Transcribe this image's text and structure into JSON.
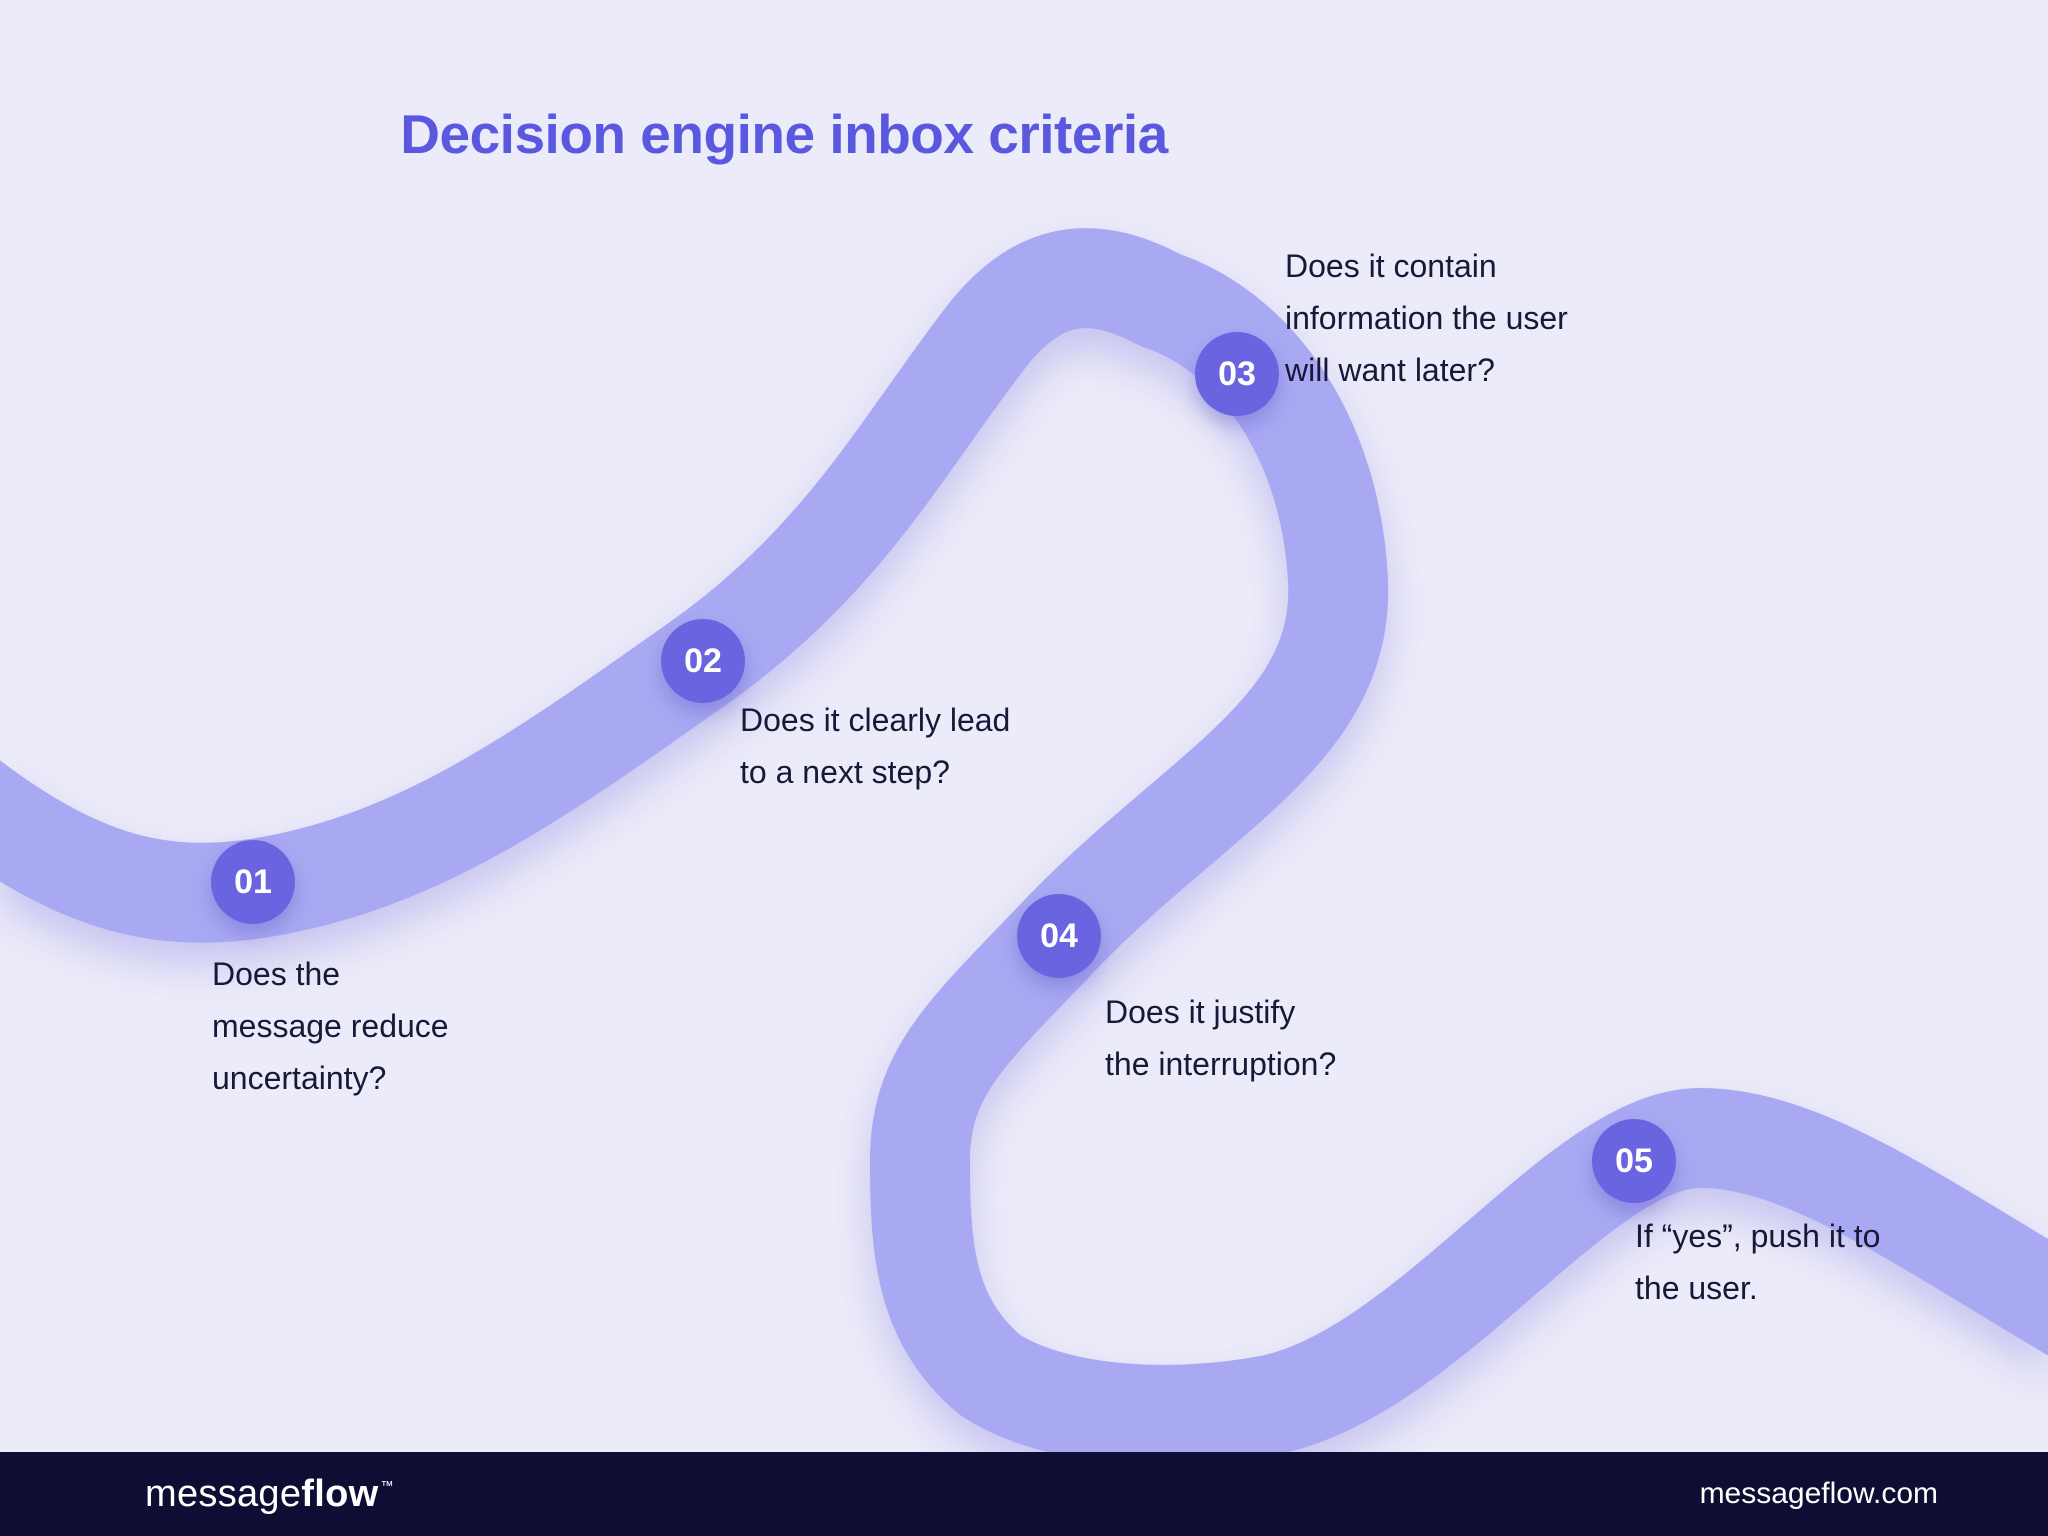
{
  "page": {
    "title": "Decision engine inbox criteria"
  },
  "steps": [
    {
      "number": "01",
      "label": "Does the\nmessage reduce\nuncertainty?"
    },
    {
      "number": "02",
      "label": "Does it clearly lead\nto a next step?"
    },
    {
      "number": "03",
      "label": "Does it contain\ninformation the user\nwill want later?"
    },
    {
      "number": "04",
      "label": "Does it justify\nthe interruption?"
    },
    {
      "number": "05",
      "label": "If “yes”, push it to\nthe user."
    }
  ],
  "footer": {
    "logo_message": "message",
    "logo_flow": "flow",
    "logo_tm": "™",
    "website": "messageflow.com"
  },
  "colors": {
    "background": "#ecebf9",
    "path": "#a9a8f2",
    "badge": "#6b64e0",
    "title": "#5a58df",
    "text": "#181839",
    "footer_bg": "#0e0d33"
  }
}
